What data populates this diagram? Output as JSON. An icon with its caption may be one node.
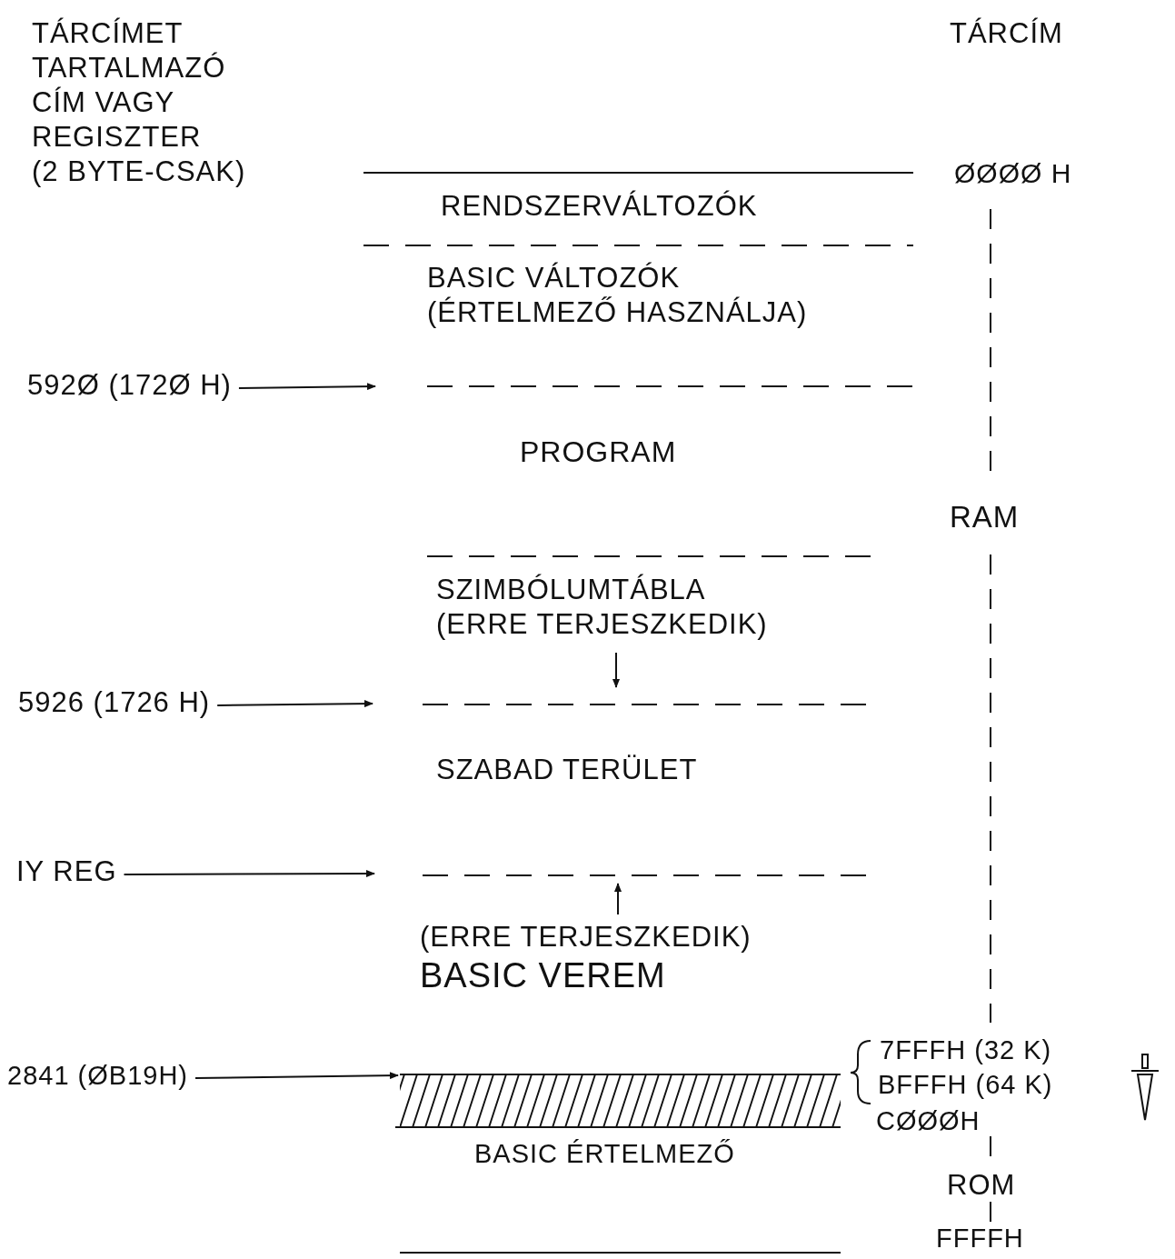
{
  "diagram": {
    "nodes": [
      {
        "text": [
          "RENDSZERVÁLTOZÓK"
        ]
      },
      {
        "text": [
          "BASIC VÁLTOZÓK",
          "(ÉRTELMEZŐ HASZNÁLJA)"
        ]
      },
      {
        "text": [
          "PROGRAM"
        ]
      },
      {
        "text": [
          "SZIMBÓLUMTÁBLA",
          "(ERRE TERJESZKEDIK)"
        ]
      },
      {
        "text": [
          "SZABAD TERÜLET"
        ]
      },
      {
        "text": [
          "(ERRE TERJESZKEDIK)",
          "BASIC VEREM"
        ]
      },
      {
        "text": [],
        "shape": "box"
      },
      {
        "text": [
          "BASIC ÉRTELMEZŐ"
        ]
      },
      {
        "text": [
          "592Ø (172Ø H)"
        ]
      },
      {
        "text": [
          "5926 (1726 H)"
        ]
      },
      {
        "text": [
          "IY REG"
        ]
      },
      {
        "text": [
          "2841 (ØB19H)"
        ]
      }
    ],
    "edges": [
      {
        "from": 8,
        "to": null,
        "arrow": "to"
      },
      {
        "from": 9,
        "to": null,
        "arrow": "to"
      },
      {
        "from": 10,
        "to": null,
        "arrow": "to"
      },
      {
        "from": 11,
        "to": 6,
        "arrow": "to"
      }
    ],
    "labels": [
      "TÁRCÍMET TARTALMAZÓ CÍM VAGY REGISZTER (2 BYTE-CSAK)",
      "TÁRCÍM",
      "ØØØØ H",
      "RAM",
      "7FFFH (32 K)",
      "BFFFH (64 K)",
      "CØØØH",
      "ROM",
      "FFFFH"
    ]
  }
}
